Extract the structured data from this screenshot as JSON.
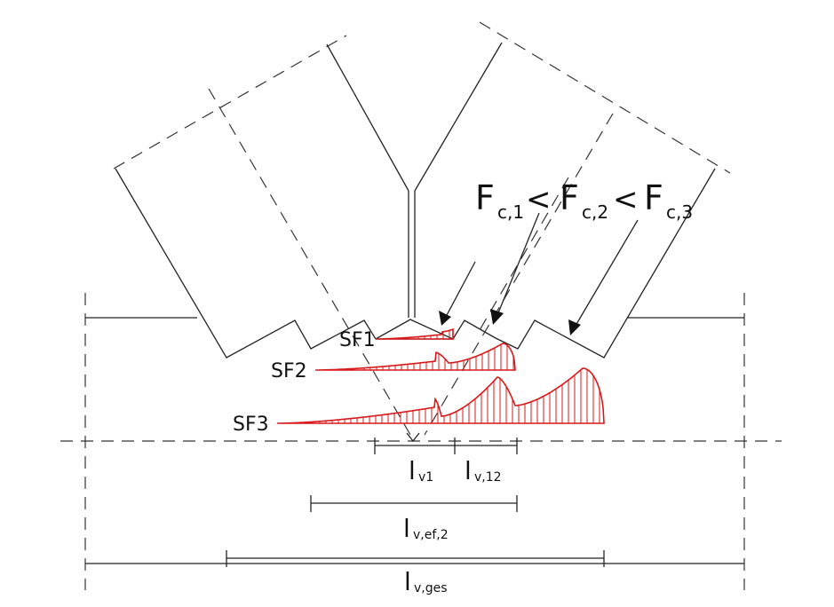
{
  "formula": {
    "f1": "F",
    "s1": "c,1",
    "lt1": "<",
    "f2": "F",
    "s2": "c,2",
    "lt2": "<",
    "f3": "F",
    "s3": "c,3"
  },
  "stress_fields": [
    "SF1",
    "SF2",
    "SF3"
  ],
  "dimensions": {
    "lv1": {
      "main": "l",
      "sub": "v1"
    },
    "lv12": {
      "main": "l",
      "sub": "v,12"
    },
    "lvef2": {
      "main": "l",
      "sub": "v,ef,2"
    },
    "lvges": {
      "main": "l",
      "sub": "v,ges"
    }
  },
  "colors": {
    "stress": "#d81818",
    "line": "#222222"
  }
}
